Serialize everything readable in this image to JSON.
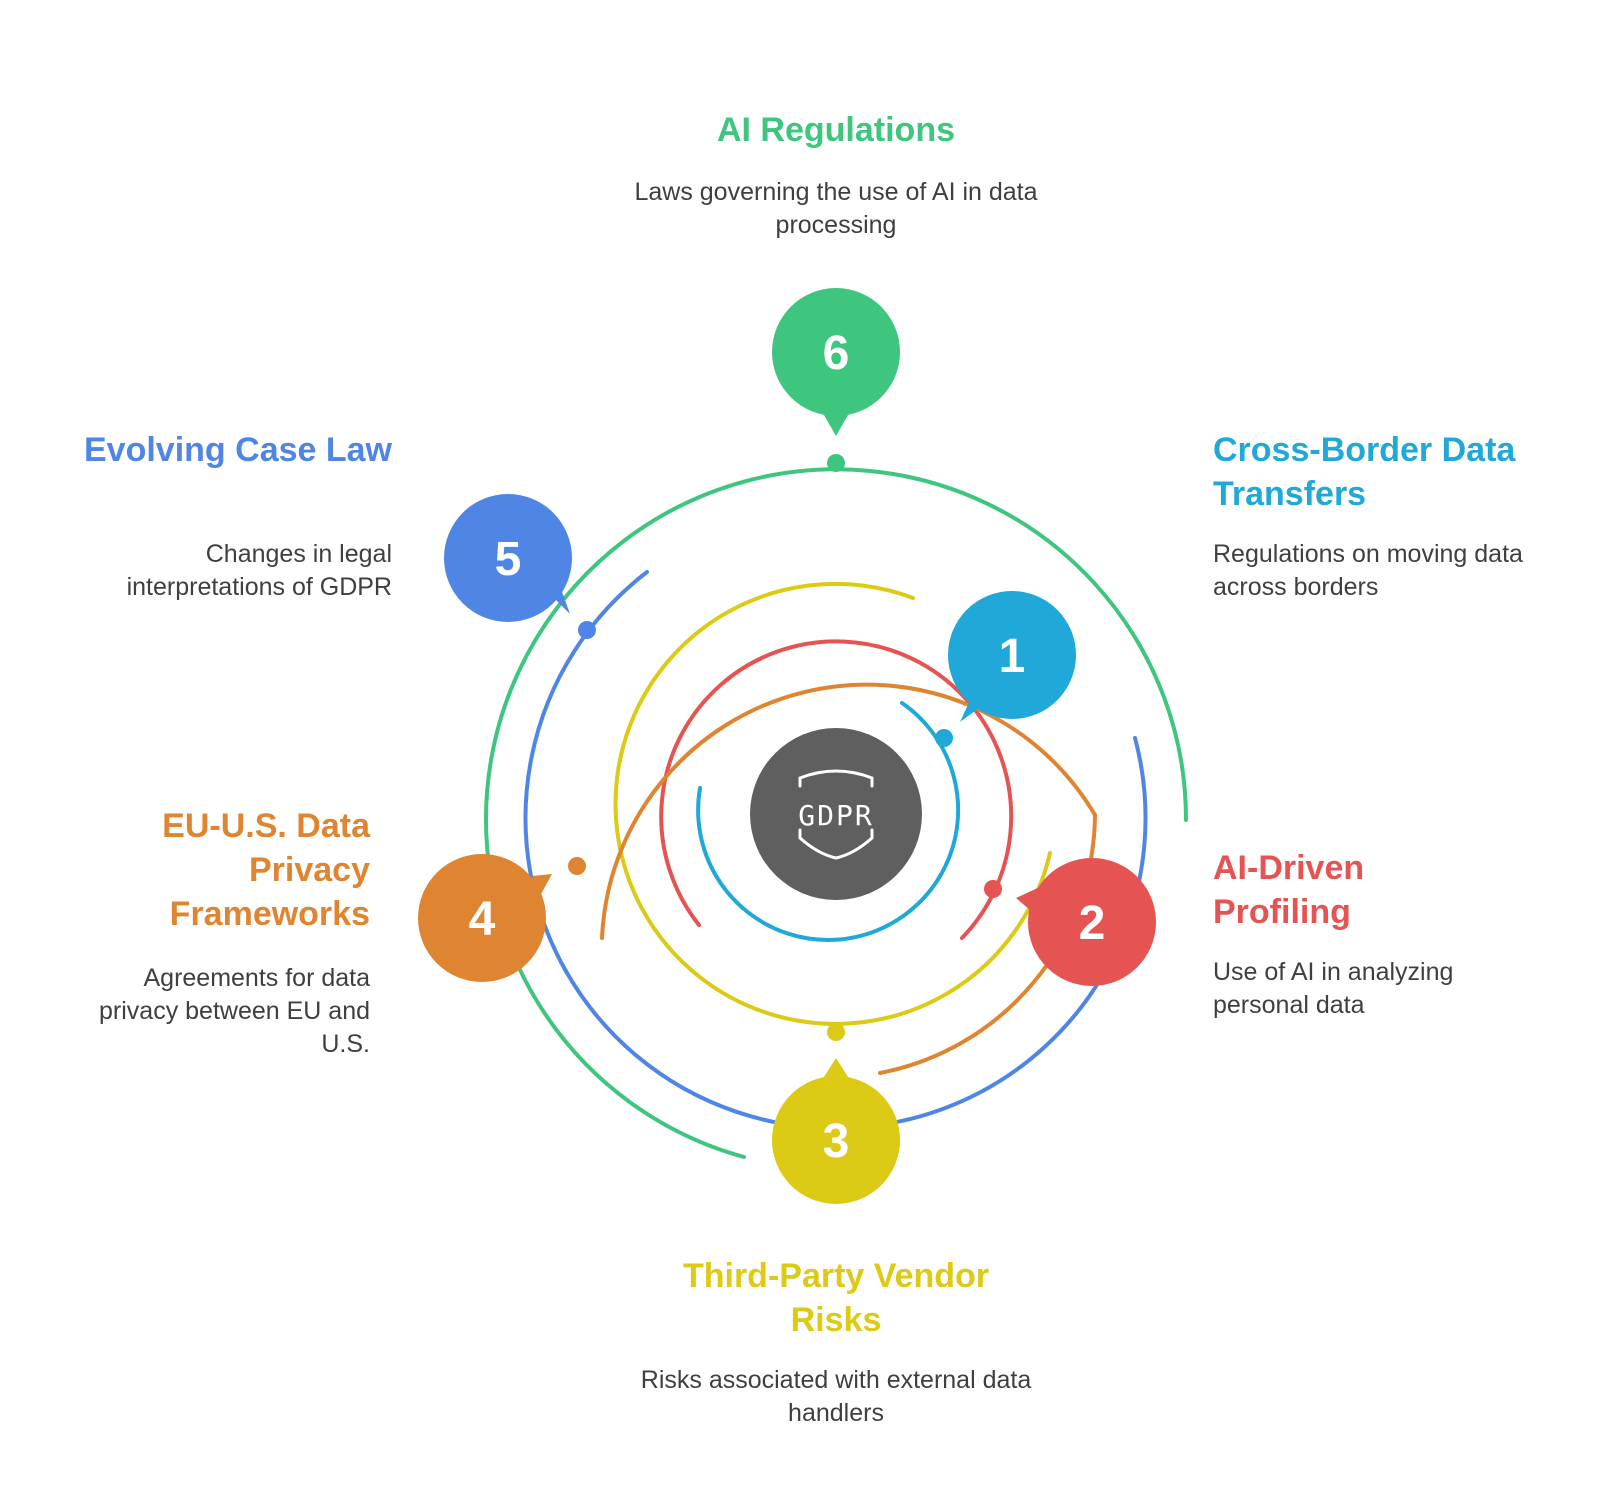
{
  "center_label": "GDPR",
  "items": [
    {
      "number": "1",
      "title": "Cross-Border Data Transfers",
      "description": "Regulations on moving data across borders",
      "color": "#1fa8d8"
    },
    {
      "number": "2",
      "title": "AI-Driven Profiling",
      "description": "Use of AI in analyzing personal data",
      "color": "#e55353"
    },
    {
      "number": "3",
      "title": "Third-Party Vendor Risks",
      "description": "Risks associated with external data handlers",
      "color": "#dcca14"
    },
    {
      "number": "4",
      "title": "EU-U.S. Data Privacy Frameworks",
      "description": "Agreements for data privacy between EU and U.S.",
      "color": "#df8430"
    },
    {
      "number": "5",
      "title": "Evolving Case Law",
      "description": "Changes in legal interpretations of GDPR",
      "color": "#4f86e6"
    },
    {
      "number": "6",
      "title": "AI Regulations",
      "description": "Laws governing the use of AI in data processing",
      "color": "#3ec67f"
    }
  ]
}
